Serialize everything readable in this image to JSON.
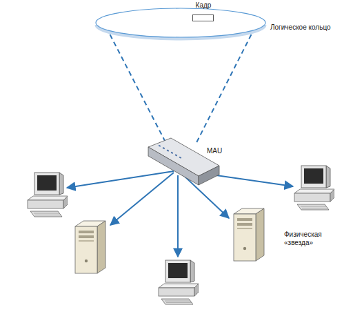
{
  "diagram": {
    "nodes": [
      {
        "text": [
          "Логическое кольцо"
        ]
      },
      {
        "text": [
          "Кадр"
        ]
      },
      {
        "text": [
          "MAU"
        ]
      }
    ],
    "edges": [
      {
        "from": 0,
        "to": 2,
        "arrow": "none"
      },
      {
        "from": 0,
        "to": 2,
        "arrow": "none"
      }
    ],
    "labels": [
      "Физическая «звезда»"
    ]
  }
}
